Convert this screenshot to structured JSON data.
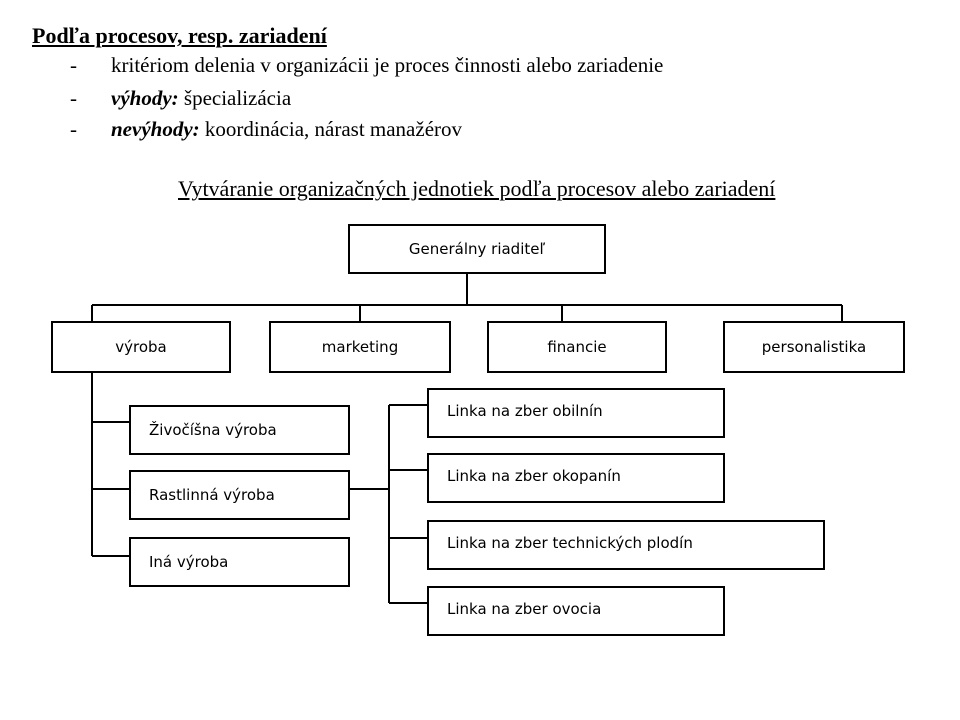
{
  "heading": "Podľa procesov, resp. zariadení",
  "bullets": [
    {
      "dash": "-",
      "label": "",
      "text": "kritériom delenia v organizácii je proces činnosti alebo zariadenie"
    },
    {
      "dash": "-",
      "label": "výhody:",
      "text": " špecializácia"
    },
    {
      "dash": "-",
      "label": "nevýhody:",
      "text": " koordinácia, nárast manažérov"
    }
  ],
  "diagram": {
    "title": "Vytváranie organizačných jednotiek podľa procesov alebo zariadení",
    "root": "Generálny riaditeľ",
    "departments": [
      "výroba",
      "marketing",
      "financie",
      "personalistika"
    ],
    "production_units": [
      "Živočíšna výroba",
      "Rastlinná výroba",
      "Iná výroba"
    ],
    "lines": [
      "Linka na zber obilnín",
      "Linka na zber okopanín",
      "Linka na zber technických plodín",
      "Linka na zber ovocia"
    ]
  }
}
